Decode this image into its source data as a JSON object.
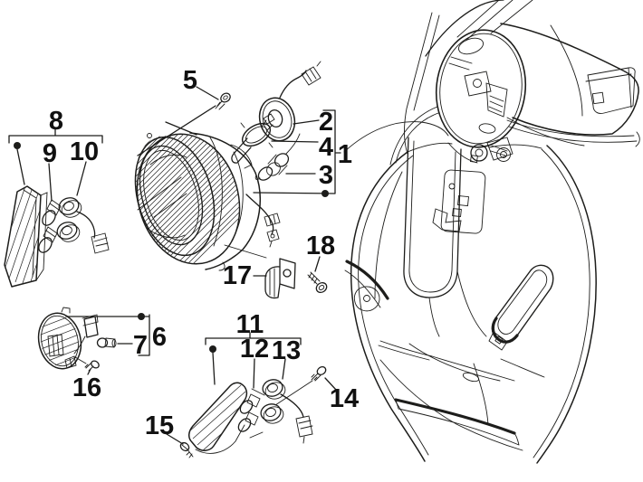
{
  "figure": {
    "kind": "exploded-parts-diagram",
    "subject": "scooter front headlamp and turn signal lamps",
    "background_color": "#ffffff",
    "line_color": "#1d1d1b"
  },
  "callouts": [
    {
      "label": "1",
      "part": "headlamp-unit-group"
    },
    {
      "label": "2",
      "part": "bulb-holder-boot"
    },
    {
      "label": "3",
      "part": "parking-light-bulb"
    },
    {
      "label": "4",
      "part": "headlamp-bulb"
    },
    {
      "label": "5",
      "part": "headlamp-fixing-screw"
    },
    {
      "label": "6",
      "part": "front-lamp-group"
    },
    {
      "label": "7",
      "part": "front-lamp-bulb"
    },
    {
      "label": "8",
      "part": "left-turn-signal-group"
    },
    {
      "label": "9",
      "part": "turn-signal-bulbs"
    },
    {
      "label": "10",
      "part": "turn-signal-bulb-sockets"
    },
    {
      "label": "11",
      "part": "right-turn-signal-group"
    },
    {
      "label": "12",
      "part": "right-turn-signal-bulb"
    },
    {
      "label": "13",
      "part": "right-turn-signal-sockets"
    },
    {
      "label": "14",
      "part": "turn-signal-fixing-screw"
    },
    {
      "label": "15",
      "part": "lens-fixing-screw"
    },
    {
      "label": "16",
      "part": "front-lamp-fixing-screw"
    },
    {
      "label": "17",
      "part": "mounting-bracket"
    },
    {
      "label": "18",
      "part": "bracket-screw"
    }
  ]
}
